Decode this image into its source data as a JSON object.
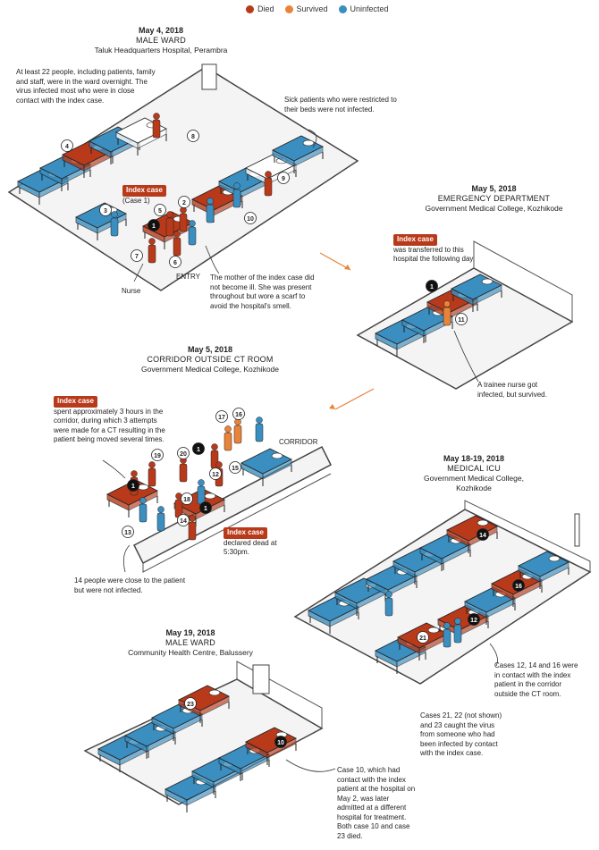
{
  "legend": {
    "items": [
      {
        "label": "Died",
        "color": "#b83a1a"
      },
      {
        "label": "Survived",
        "color": "#e8833a"
      },
      {
        "label": "Uninfected",
        "color": "#3a8ec0"
      }
    ]
  },
  "colors": {
    "died": "#b83a1a",
    "survived": "#e8833a",
    "uninfected": "#3a8ec0",
    "empty": "#ffffff",
    "line": "#333333"
  },
  "tag_label": "Index case",
  "scene1": {
    "date": "May 4, 2018",
    "ward": "MALE WARD",
    "place": "Taluk Headquarters Hospital, Perambra",
    "note_left": "At least 22 people, including patients, family and staff, were in the ward overnight. The virus infected most who were in close contact with the index case.",
    "note_right": "Sick patients who were restricted to their beds were not infected.",
    "index_case_sub": "(Case 1)",
    "entry": "ENTRY",
    "nurse": "Nurse",
    "mother_note": "The mother of the index case did not become ill. She was present throughout but wore a scarf to avoid the hospital's smell.",
    "numbers": [
      "4",
      "3",
      "7",
      "5",
      "2",
      "6",
      "10",
      "8",
      "9",
      "1"
    ]
  },
  "scene2": {
    "date": "May 5, 2018",
    "ward": "EMERGENCY DEPARTMENT",
    "place": "Government Medical College, Kozhikode",
    "note": "was transferred to this hospital the following day.",
    "nurse_note": "A trainee nurse got infected, but survived.",
    "numbers": [
      "1",
      "11"
    ]
  },
  "scene3": {
    "date": "May 5, 2018",
    "ward": "CORRIDOR OUTSIDE CT ROOM",
    "place": "Government Medical College, Kozhikode",
    "note": "spent approximately 3 hours in the corridor, during which 3 attempts were made for a CT resulting in the patient being moved several times.",
    "corridor": "CORRIDOR",
    "dead_note": "declared dead at 5:30pm.",
    "close_note": "14 people were close to the patient but were not infected.",
    "numbers": [
      "19",
      "20",
      "17",
      "16",
      "12",
      "15",
      "18",
      "13",
      "14",
      "1",
      "1",
      "1"
    ]
  },
  "scene4": {
    "date": "May 18-19, 2018",
    "ward": "MEDICAL ICU",
    "place": "Government Medical College, Kozhikode",
    "note1": "Cases 12, 14 and 16 were in contact with the index patient in the corridor outside the CT room.",
    "note2": "Cases 21, 22 (not shown) and 23 caught the virus from someone who had been infected by contact with the index case.",
    "numbers": [
      "14",
      "16",
      "12",
      "21"
    ]
  },
  "scene5": {
    "date": "May 19, 2018",
    "ward": "MALE WARD",
    "place": "Community Health Centre, Balussery",
    "note": "Case 10, which had contact with the index patient at the hospital on May 2, was later admitted at a different hospital for treatment. Both case 10 and case 23 died.",
    "numbers": [
      "23",
      "10"
    ]
  }
}
